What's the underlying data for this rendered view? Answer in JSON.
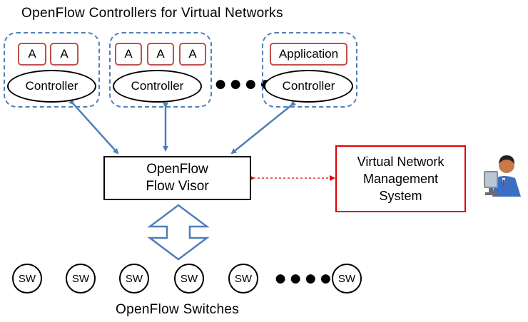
{
  "title": "OpenFlow Controllers  for Virtual  Networks",
  "groups": [
    {
      "apps": [
        "A",
        "A"
      ],
      "controller": "Controller"
    },
    {
      "apps": [
        "A",
        "A",
        "A"
      ],
      "controller": "Controller"
    },
    {
      "apps": [
        "Application"
      ],
      "controller": "Controller"
    }
  ],
  "ellipsis": "●●●●",
  "flow_visor": {
    "line1": "OpenFlow",
    "line2": "Flow Visor"
  },
  "vnm": {
    "line1": "Virtual Network",
    "line2": "Management",
    "line3": "System"
  },
  "switches": [
    "SW",
    "SW",
    "SW",
    "SW",
    "SW",
    "SW"
  ],
  "switches_label": "OpenFlow Switches",
  "colors": {
    "group_border": "#4f7fb8",
    "app_border": "#c0504d",
    "vnm_border": "#e00000",
    "arrow": "#4f7fb8"
  },
  "icons": [
    "admin-user-icon"
  ]
}
